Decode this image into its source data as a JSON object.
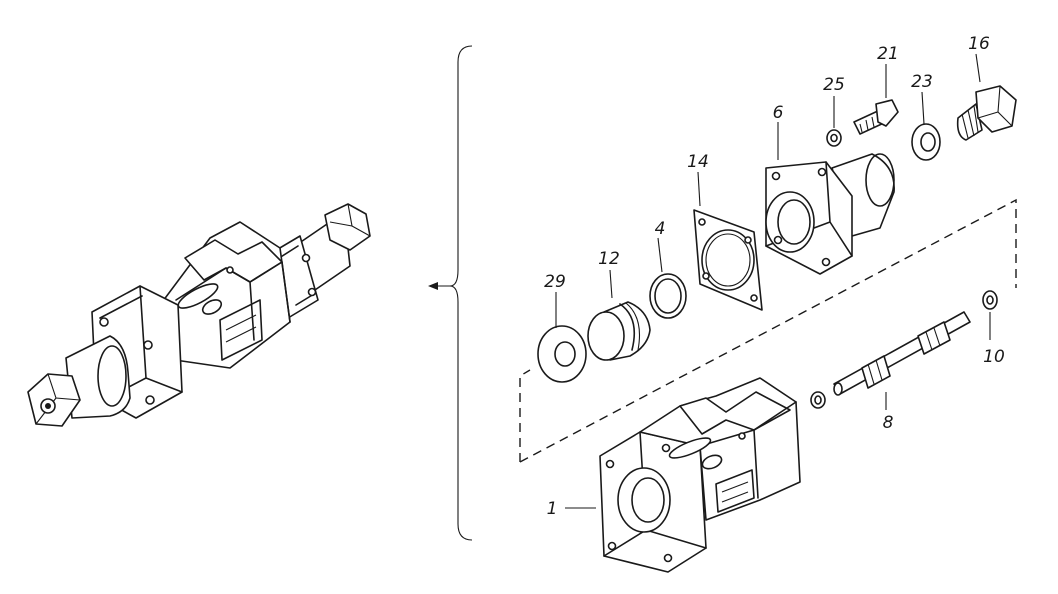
{
  "callouts": {
    "c1": "1",
    "c4": "4",
    "c6": "6",
    "c8": "8",
    "c10": "10",
    "c12": "12",
    "c14": "14",
    "c16": "16",
    "c21": "21",
    "c23": "23",
    "c25": "25",
    "c29": "29"
  },
  "colors": {
    "ink": "#1a1a1a",
    "background": "#ffffff"
  }
}
